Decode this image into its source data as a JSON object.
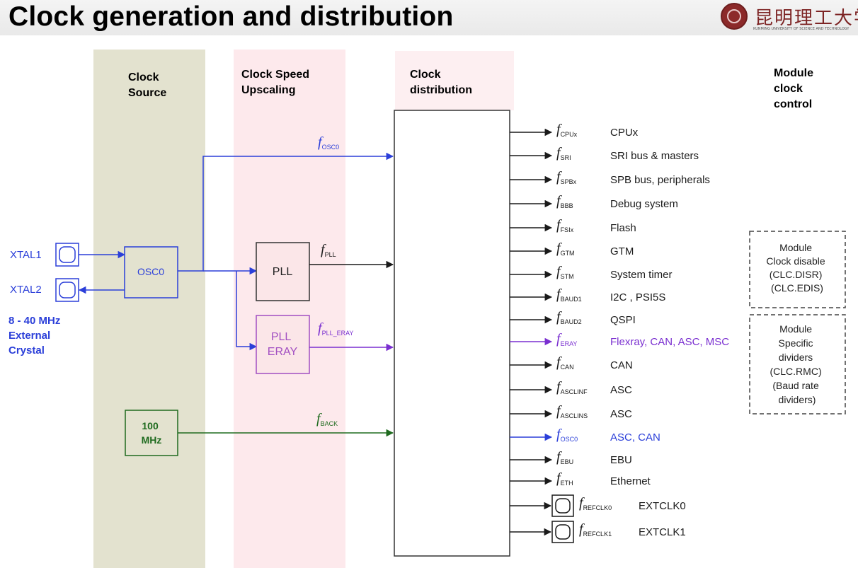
{
  "title": "Clock generation and distribution",
  "logo": {
    "name": "昆明理工大学",
    "subtitle": "KUNMING UNIVERSITY OF SCIENCE AND TECHNOLOGY"
  },
  "columns": {
    "source": [
      "Clock",
      "Source"
    ],
    "upscaling": [
      "Clock Speed",
      "Upscaling"
    ],
    "distribution": [
      "Clock",
      "distribution"
    ],
    "control": [
      "Module",
      "clock",
      "control"
    ]
  },
  "pins": {
    "xtal1": "XTAL1",
    "xtal2": "XTAL2"
  },
  "crystal_note": [
    "8 - 40 MHz",
    "External",
    "Crystal"
  ],
  "blocks": {
    "osc0": [
      "OSC0"
    ],
    "pll": [
      "PLL"
    ],
    "pll_eray": [
      "PLL",
      "ERAY"
    ],
    "backup": [
      "100",
      "MHz"
    ]
  },
  "signals": {
    "fosc0": "OSC0",
    "fpll": "PLL",
    "fpll_eray": "PLL_ERAY",
    "fback": "BACK"
  },
  "outputs": [
    {
      "sub": "CPUx",
      "label": "CPUx"
    },
    {
      "sub": "SRI",
      "label": "SRI bus & masters"
    },
    {
      "sub": "SPBx",
      "label": "SPB bus, peripherals"
    },
    {
      "sub": "BBB",
      "label": "Debug system"
    },
    {
      "sub": "FSIx",
      "label": "Flash"
    },
    {
      "sub": "GTM",
      "label": "GTM"
    },
    {
      "sub": "STM",
      "label": "System timer"
    },
    {
      "sub": "BAUD1",
      "label": "I2C , PSI5S"
    },
    {
      "sub": "BAUD2",
      "label": "QSPI"
    },
    {
      "sub": "ERAY",
      "label": "Flexray, CAN, ASC, MSC"
    },
    {
      "sub": "CAN",
      "label": "CAN"
    },
    {
      "sub": "ASCLINF",
      "label": "ASC"
    },
    {
      "sub": "ASCLINS",
      "label": "ASC"
    },
    {
      "sub": "OSC0",
      "label": "ASC, CAN"
    },
    {
      "sub": "EBU",
      "label": "EBU"
    },
    {
      "sub": "ETH",
      "label": "Ethernet"
    },
    {
      "sub": "REFCLK0",
      "label": "EXTCLK0"
    },
    {
      "sub": "REFCLK1",
      "label": "EXTCLK1"
    }
  ],
  "control_boxes": {
    "clock_disable": [
      "Module",
      "Clock disable",
      "(CLC.DISR)",
      "(CLC.EDIS)"
    ],
    "dividers": [
      "Module",
      "Specific",
      "dividers",
      "(CLC.RMC)",
      "(Baud rate",
      "dividers)"
    ]
  },
  "symbol": "f",
  "colors": {
    "osc": "#2b3fd9",
    "eray": "#7a2fd0",
    "pll_eray_box": "#a24fc2",
    "back": "#1f6b1f",
    "black": "#1a1a1a",
    "source_band": "#e3e2cf",
    "upscale_band": "#fde9ec",
    "dist_band": "#fdeff1"
  }
}
